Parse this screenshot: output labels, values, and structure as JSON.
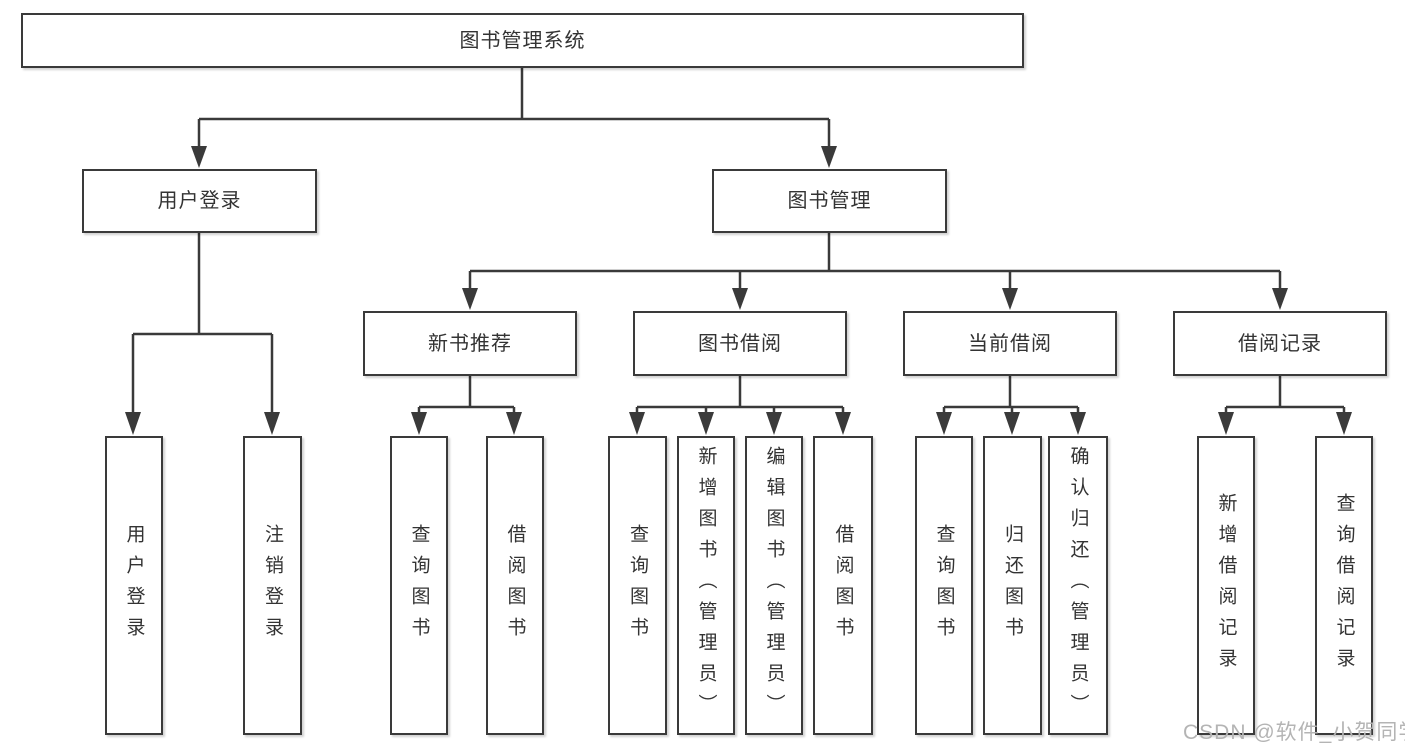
{
  "diagram": {
    "root": {
      "label": "图书管理系统"
    },
    "branches": [
      {
        "label": "用户登录",
        "leaves": [
          "用户登录",
          "注销登录"
        ]
      },
      {
        "label": "图书管理",
        "children": [
          {
            "label": "新书推荐",
            "leaves": [
              "查询图书",
              "借阅图书"
            ]
          },
          {
            "label": "图书借阅",
            "leaves": [
              "查询图书",
              "新增图书（管理员）",
              "编辑图书（管理员）",
              "借阅图书"
            ]
          },
          {
            "label": "当前借阅",
            "leaves": [
              "查询图书",
              "归还图书",
              "确认归还（管理员）"
            ]
          },
          {
            "label": "借阅记录",
            "leaves": [
              "新增借阅记录",
              "查询借阅记录"
            ]
          }
        ]
      }
    ]
  },
  "watermark": {
    "text": "CSDN @软件_小贺同学"
  },
  "colors": {
    "line": "#3a3a3a",
    "box_border": "#3a3a3a",
    "box_fill": "#ffffff",
    "text": "#333333",
    "watermark": "#b4b4b4"
  }
}
